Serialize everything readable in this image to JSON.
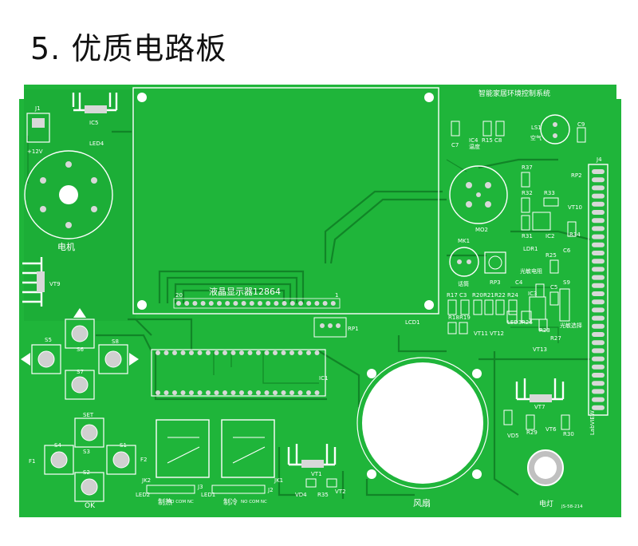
{
  "title": "5. 优质电路板",
  "colors": {
    "board": "#1fb53a",
    "board_dark": "#178f2d",
    "trace": "#0f7d24",
    "silk": "#ffffff",
    "pad": "#c9c9c9"
  },
  "board": {
    "top_title": "智能家居环境控制系统",
    "lcd_label": "液晶显示器12864",
    "motor_label": "电机",
    "fan_label": "风扇",
    "lamp_label": "电灯",
    "heat_label": "制热",
    "cool_label": "制冷",
    "light_sensor": "光敏电阻",
    "light_select": "光敏选择",
    "temp_label": "温度",
    "air_label": "空气",
    "mic_label": "话筒",
    "power_label": "+12V",
    "lab_view": "LabVIEW",
    "refs": {
      "j1": "J1",
      "ic5": "IC5",
      "led4": "LED4",
      "vt9": "VT9",
      "s5": "S5",
      "s6": "S6",
      "s7": "S7",
      "s8": "S8",
      "set": "SET",
      "s4": "S4",
      "s3": "S3",
      "s1": "S1",
      "s2": "S2",
      "f1": "F1",
      "f2": "F2",
      "ok": "OK",
      "jk2": "JK2",
      "jk1": "JK1",
      "led2": "LED2",
      "led1": "LED1",
      "j3": "J3",
      "j2": "J2",
      "nocomnc1": "NO COM NC",
      "nocomnc2": "NO COM NC",
      "vt1": "VT1",
      "vd4": "VD4",
      "r35": "R35",
      "vt2": "VT2",
      "rp1": "RP1",
      "lcd1": "LCD1",
      "ic1": "IC1",
      "pin20": "20",
      "pin1": "1",
      "c7": "C7",
      "ic4": "IC4",
      "r15": "R15",
      "c8": "C8",
      "ls1": "LS1",
      "c9": "C9",
      "j4": "J4",
      "r37": "R37",
      "rp2": "RP2",
      "r32": "R32",
      "r33": "R33",
      "vt10": "VT10",
      "mo2": "MO2",
      "r31": "R31",
      "ic2": "IC2",
      "r34": "R34",
      "mk1": "MK1",
      "ldr1": "LDR1",
      "r25": "R25",
      "c6": "C6",
      "rp3": "RP3",
      "c4": "C4",
      "c5": "C5",
      "s9": "S9",
      "r17": "R17",
      "c3": "C3",
      "r20": "R20",
      "r21": "R21",
      "r22": "R22",
      "r24": "R24",
      "ic3": "IC3",
      "r18": "R18",
      "r19": "R19",
      "vt11": "VT11",
      "vt12": "VT12",
      "led3": "LED3",
      "r26": "R26",
      "r23": "R23",
      "r27": "R27",
      "vt13": "VT13",
      "vt7": "VT7",
      "vd5": "VD5",
      "r29": "R29",
      "vt6": "VT6",
      "r30": "R30",
      "ver": "JS-58-214"
    }
  }
}
